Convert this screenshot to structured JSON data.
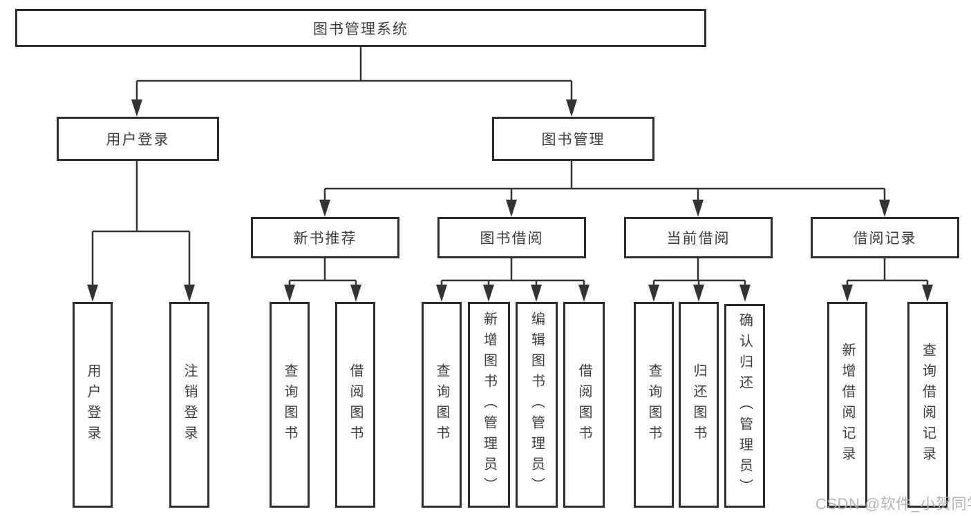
{
  "nodes": {
    "root": "图书管理系统",
    "level2": [
      "用户登录",
      "图书管理"
    ],
    "level3": [
      "新书推荐",
      "图书借阅",
      "当前借阅",
      "借阅记录"
    ],
    "user_login_children": [
      "用户登录",
      "注销登录"
    ],
    "new_book_children": [
      "查询图书",
      "借阅图书"
    ],
    "book_borrow_children": [
      "查询图书",
      "新增图书（管理员）",
      "编辑图书（管理员）",
      "借阅图书"
    ],
    "current_borrow_children": [
      "查询图书",
      "归还图书",
      "确认归还（管理员）"
    ],
    "borrow_record_children": [
      "新增借阅记录",
      "查询借阅记录"
    ]
  },
  "watermark": "CSDN @软件_小贺同学",
  "colors": {
    "line": "#333333",
    "box_border": "#2e2e2e",
    "text": "#3d3d3d",
    "watermark": "#adadad",
    "background": "#ffffff"
  }
}
